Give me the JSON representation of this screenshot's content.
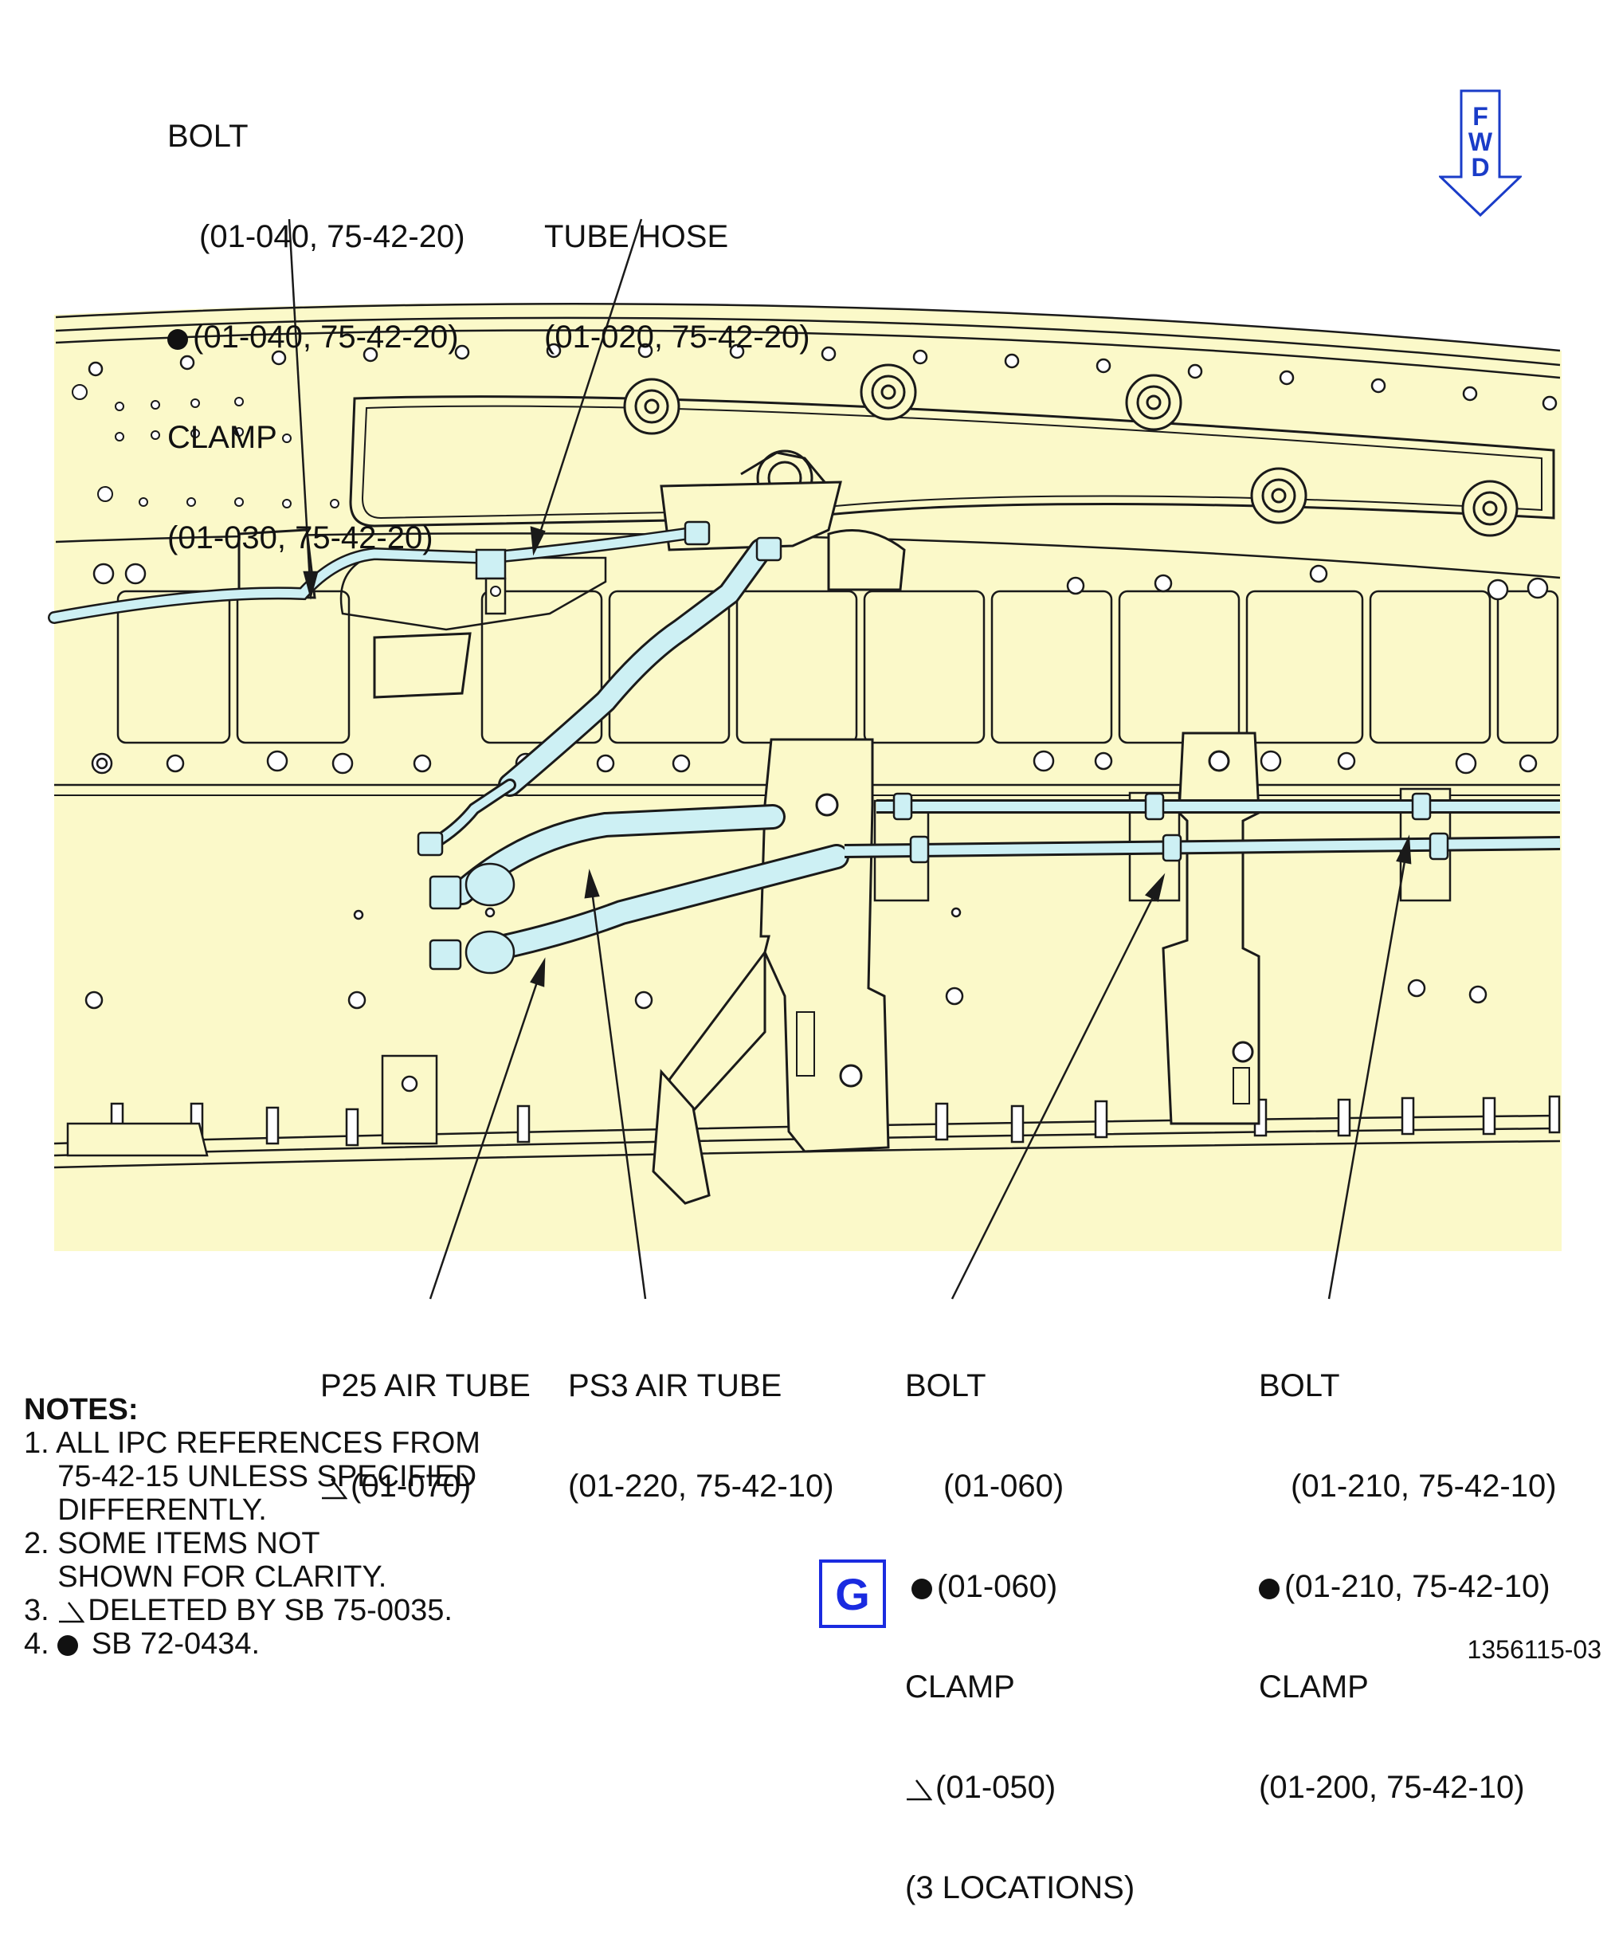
{
  "labels": {
    "bolt_clamp_top": {
      "title": "BOLT",
      "line1": "(01-040, 75-42-20)",
      "line2": "(01-040, 75-42-20)",
      "clamp": "CLAMP",
      "clamp_ref": "(01-030, 75-42-20)"
    },
    "tube_hose": {
      "title": "TUBE HOSE",
      "ref": "(01-020, 75-42-20)"
    },
    "p25_air_tube": {
      "title": "P25 AIR TUBE",
      "ref": "(01-070)"
    },
    "ps3_air_tube": {
      "title": "PS3 AIR TUBE",
      "ref": "(01-220, 75-42-10)"
    },
    "bolt_clamp_mid": {
      "title": "BOLT",
      "line1": "(01-060)",
      "line2": "(01-060)",
      "clamp": "CLAMP",
      "clamp_ref": "(01-050)",
      "locations": "(3 LOCATIONS)"
    },
    "bolt_clamp_right": {
      "title": "BOLT",
      "line1": "(01-210, 75-42-10)",
      "line2": "(01-210, 75-42-10)",
      "clamp": "CLAMP",
      "clamp_ref": "(01-200, 75-42-10)"
    }
  },
  "fwd": [
    "F",
    "W",
    "D"
  ],
  "notes": {
    "heading": "NOTES:",
    "n1a": "1. ALL IPC REFERENCES FROM",
    "n1b": "    75-42-15 UNLESS SPECIFIED",
    "n1c": "    DIFFERENTLY.",
    "n2a": "2. SOME ITEMS NOT",
    "n2b": "    SHOWN FOR CLARITY.",
    "n3_num": "3.",
    "n3_text": "DELETED BY SB 75-0035.",
    "n4_num": "4.",
    "n4_text": "SB 72-0434."
  },
  "view_letter": "G",
  "document_number": "1356115-03",
  "colors": {
    "background_panel": "#fbf9c9",
    "tube_fill": "#cdf0f4",
    "line": "#1a1a1a",
    "accent_blue": "#1a2be0"
  }
}
